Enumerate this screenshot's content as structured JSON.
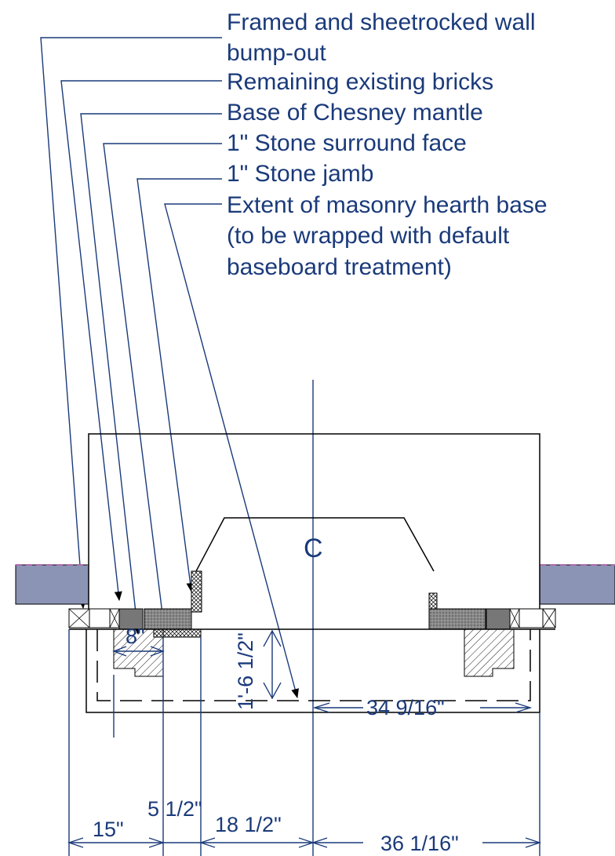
{
  "callouts": [
    "Framed and sheetrocked wall",
    "bump-out",
    "Remaining existing bricks",
    "Base of Chesney mantle",
    "1\" Stone surround face",
    "1\" Stone jamb",
    "Extent of masonry hearth base",
    "(to be wrapped with default",
    "baseboard treatment)"
  ],
  "center_mark": "C",
  "dimensions": {
    "depth": "1'-6 1/2\"",
    "mantle_base": "8\"",
    "half_opening": "34 9/16\"",
    "left_wall": "15\"",
    "jamb_offset": "5 1/2\"",
    "opening_half": "18 1/2\"",
    "half_width": "36 1/16\""
  },
  "colors": {
    "annotation": "#1a3a7a",
    "wall_fill": "#8b94b5",
    "brick_fill": "#777777",
    "stone_fill": "#cccccc"
  }
}
